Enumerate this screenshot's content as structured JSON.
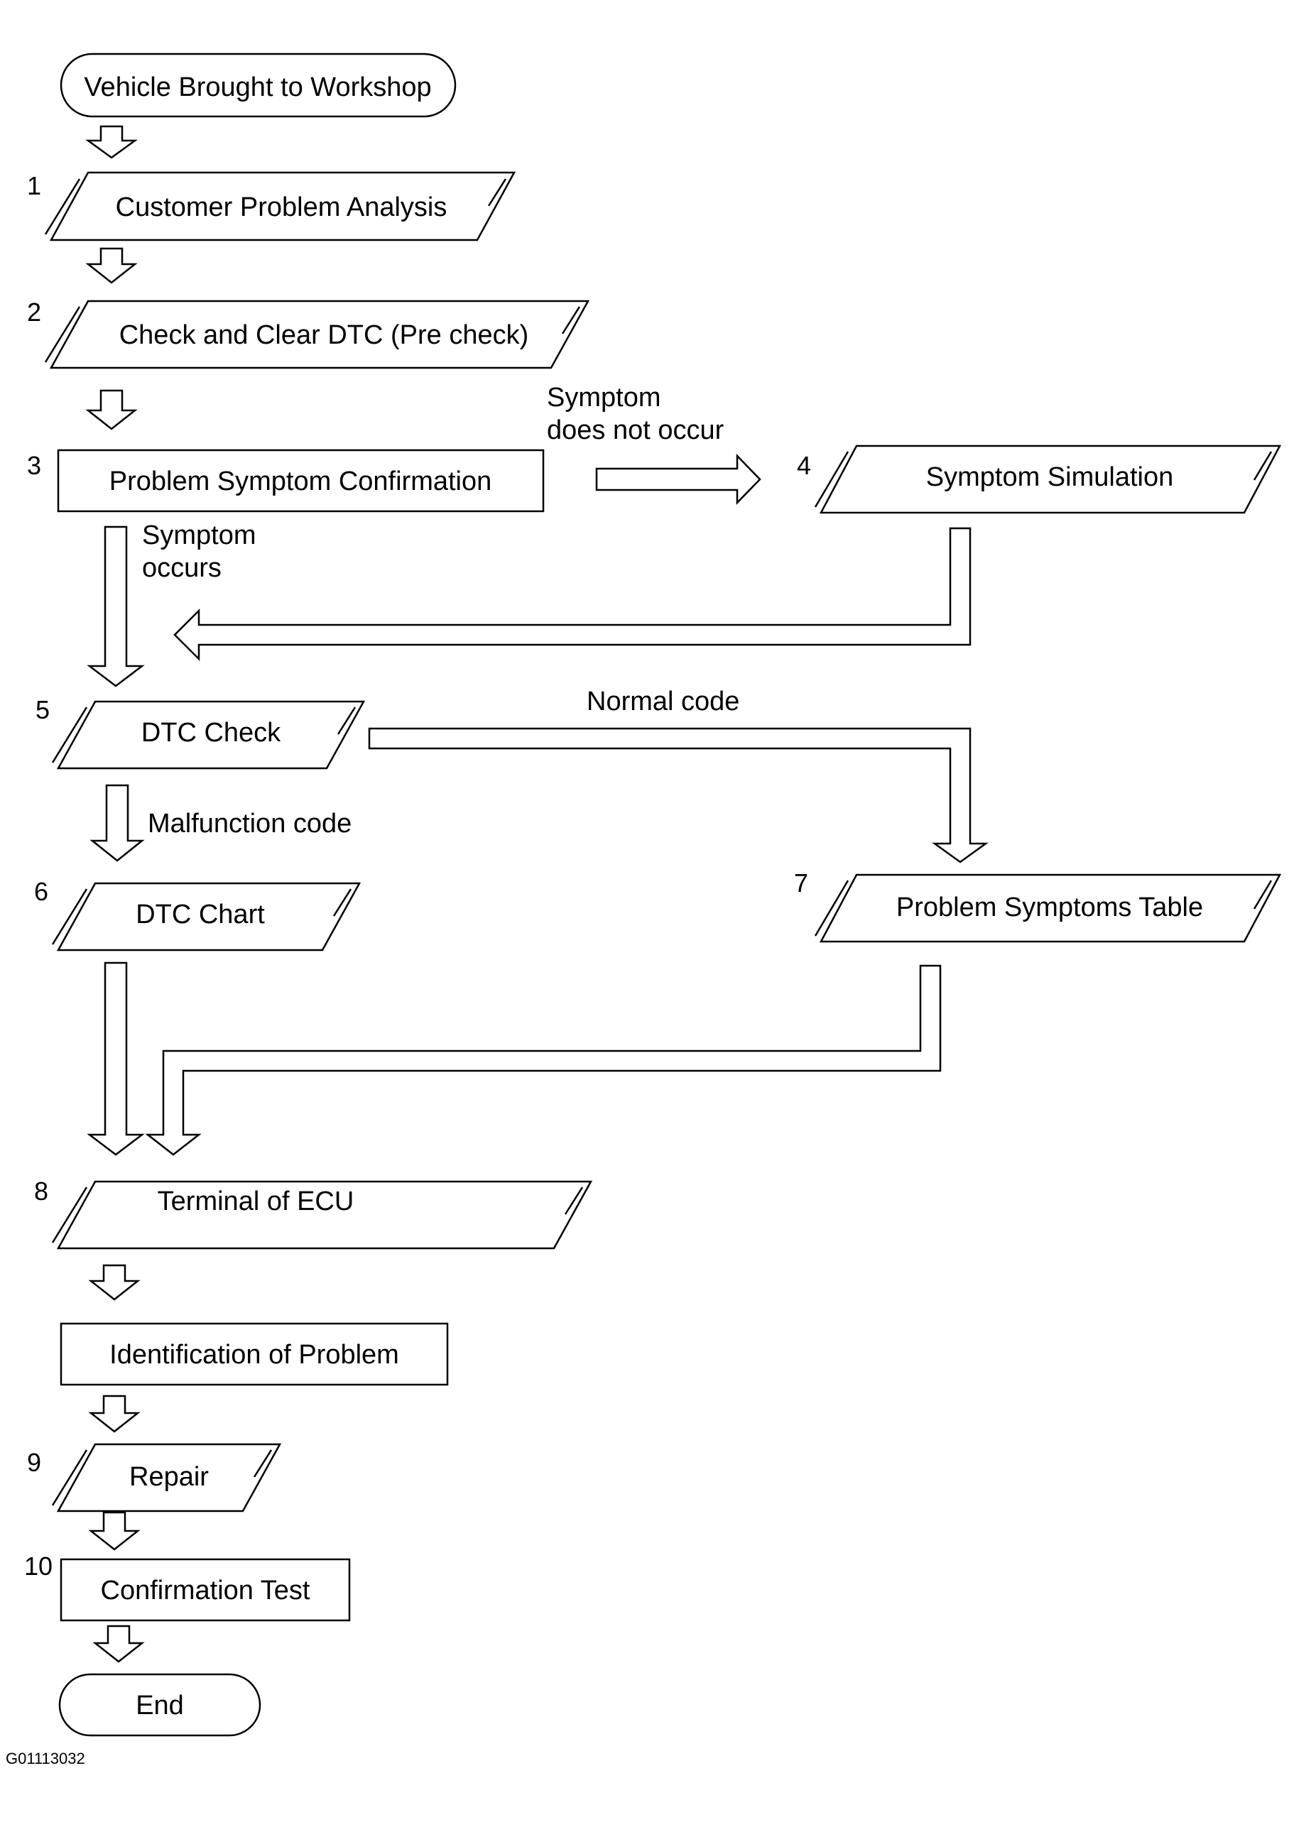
{
  "nodes": {
    "start": {
      "label": "Vehicle Brought to Workshop"
    },
    "n1": {
      "num": "1",
      "label": "Customer Problem Analysis"
    },
    "n2": {
      "num": "2",
      "label": "Check and Clear DTC (Pre check)"
    },
    "n3": {
      "num": "3",
      "label": "Problem Symptom Confirmation"
    },
    "n4": {
      "num": "4",
      "label": "Symptom Simulation"
    },
    "n5": {
      "num": "5",
      "label": "DTC Check"
    },
    "n6": {
      "num": "6",
      "label": "DTC Chart"
    },
    "n7": {
      "num": "7",
      "label": "Problem Symptoms Table"
    },
    "n8": {
      "num": "8",
      "label": "Terminal of ECU"
    },
    "identify": {
      "label": "Identification of Problem"
    },
    "n9": {
      "num": "9",
      "label": "Repair"
    },
    "n10": {
      "num": "10",
      "label": "Confirmation Test"
    },
    "end": {
      "label": "End"
    }
  },
  "edge_labels": {
    "symptom_not_occur_1": "Symptom",
    "symptom_not_occur_2": "does not occur",
    "symptom_occurs_1": "Symptom",
    "symptom_occurs_2": "occurs",
    "normal_code": "Normal code",
    "malfunction_code": "Malfunction code"
  },
  "figure_id": "G01113032"
}
